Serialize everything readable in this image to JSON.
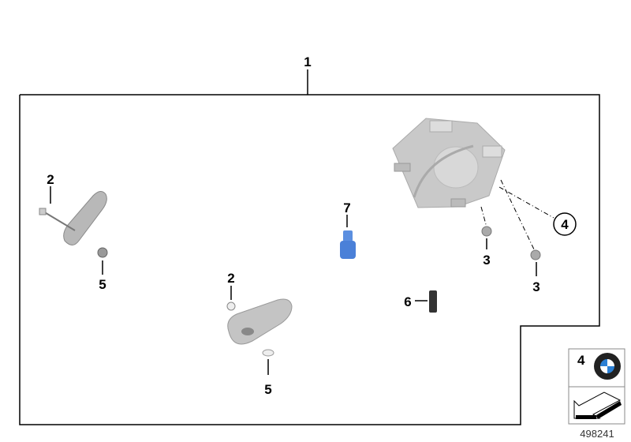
{
  "diagram": {
    "callouts": {
      "main_assembly": "1",
      "screw_left": "2",
      "washer_left": "5",
      "screw_center": "2",
      "washer_center": "5",
      "rubber_grommet": "7",
      "connector": "6",
      "nut_a": "3",
      "nut_b": "3",
      "emblem_ref": "4"
    },
    "legend": {
      "emblem_number": "4",
      "diagram_id": "498241"
    }
  }
}
